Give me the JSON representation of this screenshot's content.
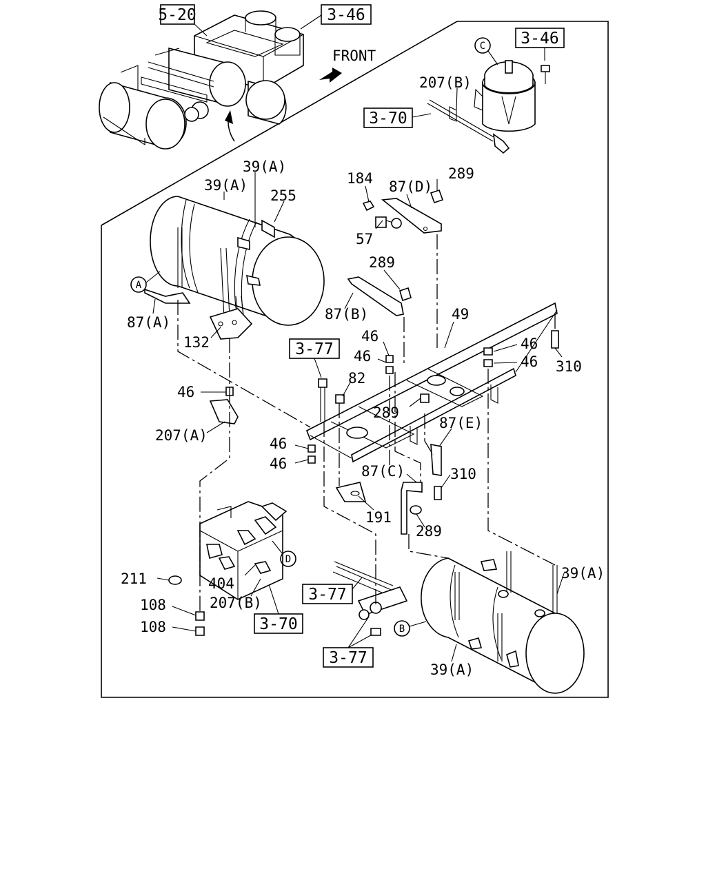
{
  "ref_boxes": {
    "top_left": "5-20",
    "top_right": "3-46",
    "dryer_bolt": "3-46",
    "dryer_pipe": "3-70",
    "mid_bolt": "3-77",
    "valve_pipe": "3-70",
    "bottom_a": "3-77",
    "bottom_b": "3-77"
  },
  "front_label": "FRONT",
  "circle_letters": {
    "a_top": "A",
    "b_bottom": "B",
    "c_dryer": "C",
    "d_valve": "D"
  },
  "callouts": {
    "c207b_top": "207(B)",
    "c39a_1": "39(A)",
    "c39a_2": "39(A)",
    "c255": "255",
    "c184": "184",
    "c87d": "87(D)",
    "c289_top": "289",
    "c57": "57",
    "c289_mid": "289",
    "c87a": "87(A)",
    "c87b": "87(B)",
    "c49": "49",
    "c132": "132",
    "c46_a": "46",
    "c46_b": "46",
    "c46_r1": "46",
    "c46_r2": "46",
    "c310_r": "310",
    "c82": "82",
    "c289_frame": "289",
    "c46_left": "46",
    "c207a": "207(A)",
    "c87e": "87(E)",
    "c46_low1": "46",
    "c46_low2": "46",
    "c87c": "87(C)",
    "c310_mid": "310",
    "c191": "191",
    "c289_low": "289",
    "c211": "211",
    "c404": "404",
    "c207b_low": "207(B)",
    "c39a_r": "39(A)",
    "c108_1": "108",
    "c108_2": "108",
    "c39a_b": "39(A)"
  }
}
